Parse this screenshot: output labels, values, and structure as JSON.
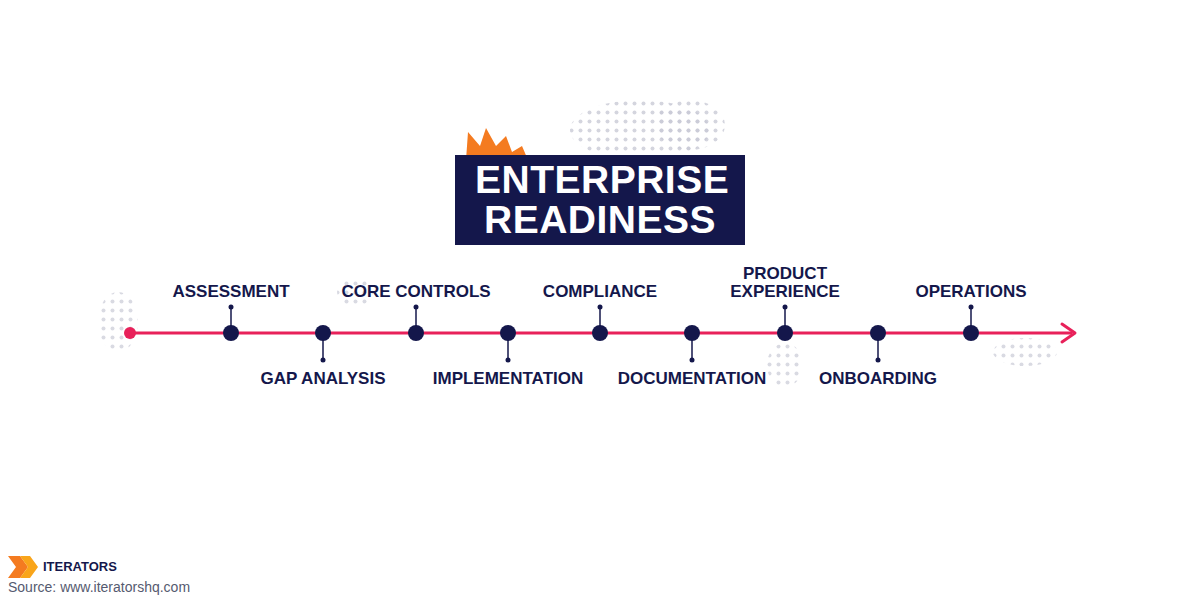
{
  "diagram": {
    "title": "ENTERPRISE READINESS",
    "labels": [
      "ASSESSMENT",
      "GAP ANALYSIS",
      "CORE CONTROLS",
      "IMPLEMENTATION",
      "COMPLIANCE",
      "DOCUMENTATION",
      "PRODUCT EXPERIENCE",
      "ONBOARDING",
      "OPERATIONS",
      "ITERATORS",
      "Source: www.iteratorshq.com"
    ]
  }
}
